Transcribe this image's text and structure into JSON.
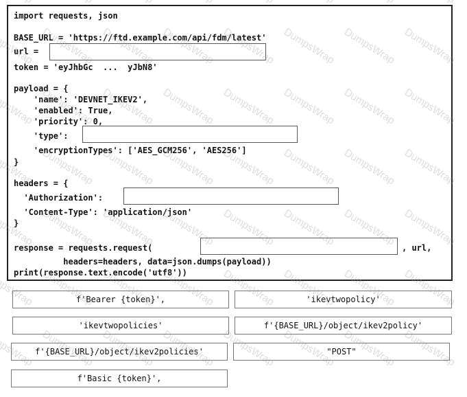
{
  "code": {
    "l_import": "import requests, json",
    "l_base": "BASE_URL = 'https://ftd.example.com/api/fdm/latest'",
    "l_url": "url =",
    "l_token": "token = 'eyJhbGc  ...  yJbN8'",
    "l_payload_open": "payload = {",
    "l_name": "    'name': 'DEVNET_IKEV2',",
    "l_enabled": "    'enabled': True,",
    "l_priority": "    'priority': 0,",
    "l_type": "    'type':",
    "l_enc": "    'encryptionTypes': ['AES_GCM256', 'AES256']",
    "l_close1": "}",
    "l_headers_open": "headers = {",
    "l_auth": "  'Authorization':",
    "l_ctype": "  'Content-Type': 'application/json'",
    "l_close2": "}",
    "l_response": "response = requests.request(",
    "l_response_tail": ", url,",
    "l_headers_arg": "          headers=headers, data=json.dumps(payload))",
    "l_print": "print(response.text.encode('utf8'))"
  },
  "options": [
    "f'Bearer {token}',",
    "'ikevtwopolicy'",
    "'ikevtwopolicies'",
    "f'{BASE_URL}/object/ikev2policy'",
    "f'{BASE_URL}/object/ikev2policies'",
    "\"POST\"",
    "f'Basic {token}',"
  ],
  "watermark": "DumpsWrap"
}
